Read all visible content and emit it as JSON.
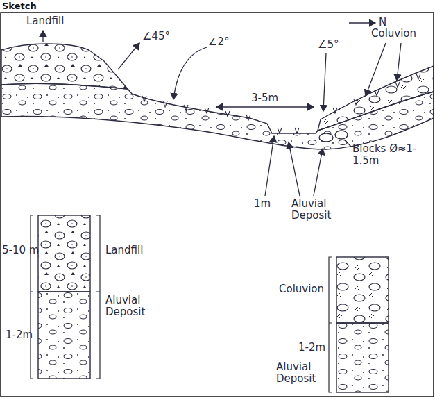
{
  "diagram": {
    "title": "Sketch",
    "labels": [
      "Landfill",
      "N",
      "∠45°",
      "∠2°",
      "∠5°",
      "Coluvion",
      "3-5m",
      "Blocks Ø≈1-1.5m",
      "1m",
      "Aluvial Deposit",
      "5-10 m",
      "Landfill",
      "Aluvial Deposit",
      "1-2m",
      "Coluvion",
      "1-2m",
      "Aluvial Deposit"
    ]
  }
}
